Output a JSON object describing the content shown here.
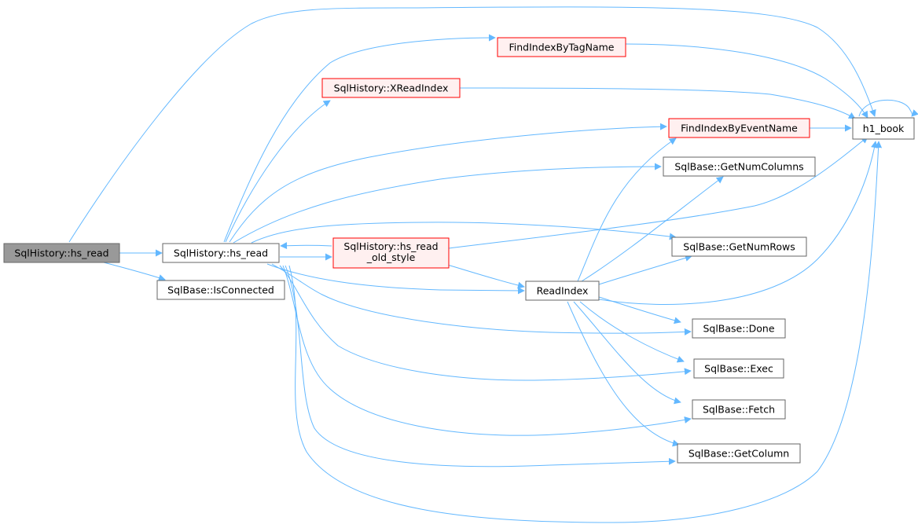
{
  "colors": {
    "edge": "#63b8ff",
    "node_fill": "#ffffff",
    "node_border": "#666666",
    "root_fill": "#999999",
    "truncated_fill": "#fff0f0",
    "truncated_border": "#ff0000"
  },
  "nodes": {
    "hs_read_root": {
      "lines": [
        "SqlHistory::hs_read"
      ]
    },
    "hs_read": {
      "lines": [
        "SqlHistory::hs_read"
      ]
    },
    "is_connected": {
      "lines": [
        "SqlBase::IsConnected"
      ]
    },
    "hs_read_old_style": {
      "lines": [
        "SqlHistory::hs_read",
        "_old_style"
      ]
    },
    "xreadindex": {
      "lines": [
        "SqlHistory::XReadIndex"
      ]
    },
    "findindexbytagname": {
      "lines": [
        "FindIndexByTagName"
      ]
    },
    "findindexbyeventname": {
      "lines": [
        "FindIndexByEventName"
      ]
    },
    "readindex": {
      "lines": [
        "ReadIndex"
      ]
    },
    "getnumcolumns": {
      "lines": [
        "SqlBase::GetNumColumns"
      ]
    },
    "getnumrows": {
      "lines": [
        "SqlBase::GetNumRows"
      ]
    },
    "done": {
      "lines": [
        "SqlBase::Done"
      ]
    },
    "exec": {
      "lines": [
        "SqlBase::Exec"
      ]
    },
    "fetch": {
      "lines": [
        "SqlBase::Fetch"
      ]
    },
    "getcolumn": {
      "lines": [
        "SqlBase::GetColumn"
      ]
    },
    "h1_book": {
      "lines": [
        "h1_book"
      ]
    }
  },
  "edges": [
    [
      "hs_read_root",
      "hs_read"
    ],
    [
      "hs_read_root",
      "is_connected"
    ],
    [
      "hs_read_root",
      "h1_book"
    ],
    [
      "hs_read",
      "findindexbytagname"
    ],
    [
      "hs_read",
      "xreadindex"
    ],
    [
      "hs_read",
      "findindexbyeventname"
    ],
    [
      "hs_read",
      "getnumcolumns"
    ],
    [
      "hs_read",
      "getnumrows"
    ],
    [
      "hs_read",
      "hs_read_old_style"
    ],
    [
      "hs_read",
      "readindex"
    ],
    [
      "hs_read",
      "done"
    ],
    [
      "hs_read",
      "exec"
    ],
    [
      "hs_read",
      "fetch"
    ],
    [
      "hs_read",
      "getcolumn"
    ],
    [
      "hs_read",
      "h1_book"
    ],
    [
      "hs_read_old_style",
      "hs_read"
    ],
    [
      "hs_read_old_style",
      "readindex"
    ],
    [
      "hs_read_old_style",
      "h1_book"
    ],
    [
      "xreadindex",
      "h1_book"
    ],
    [
      "findindexbytagname",
      "h1_book"
    ],
    [
      "findindexbyeventname",
      "h1_book"
    ],
    [
      "readindex",
      "findindexbyeventname"
    ],
    [
      "readindex",
      "getnumcolumns"
    ],
    [
      "readindex",
      "getnumrows"
    ],
    [
      "readindex",
      "done"
    ],
    [
      "readindex",
      "exec"
    ],
    [
      "readindex",
      "fetch"
    ],
    [
      "readindex",
      "getcolumn"
    ],
    [
      "readindex",
      "h1_book"
    ],
    [
      "h1_book",
      "h1_book"
    ]
  ]
}
